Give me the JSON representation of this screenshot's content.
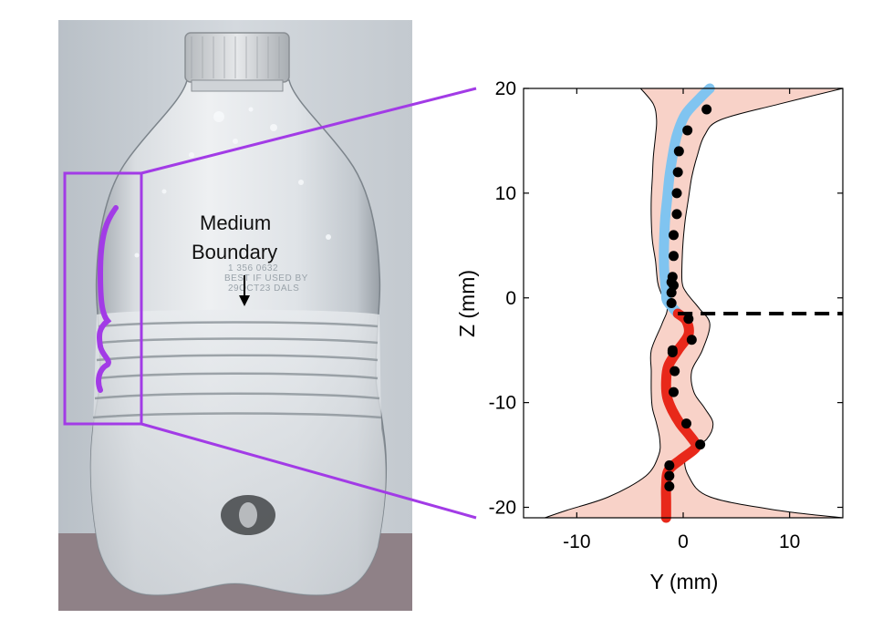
{
  "photo": {
    "annotation_line1": "Medium",
    "annotation_line2": "Boundary",
    "bottle_print": [
      "1 356 0632",
      "BEST IF USED BY",
      "29OCT23 DALS"
    ],
    "highlight_color": "#a23be6"
  },
  "chart_data": {
    "type": "line",
    "title": "",
    "xlabel": "Y (mm)",
    "ylabel": "Z (mm)",
    "xlim": [
      -15,
      15
    ],
    "ylim": [
      -21,
      20
    ],
    "xticks": [
      -10,
      0,
      10
    ],
    "yticks": [
      20,
      10,
      0,
      -10,
      -20
    ],
    "grid": false,
    "boundary_z": -1.5,
    "series": [
      {
        "role": "fit-upper",
        "color": "#80c4f0",
        "x": [
          2.5,
          1.5,
          0.2,
          -0.6,
          -1.0,
          -1.3,
          -1.5,
          -1.7,
          -1.8,
          -1.8,
          -1.7,
          -1.6,
          -1.5,
          -0.5
        ],
        "y": [
          20,
          19,
          17.5,
          15.5,
          13.5,
          11.5,
          9.5,
          7.5,
          5,
          3,
          1.5,
          0.5,
          -0.3,
          -1.5
        ]
      },
      {
        "role": "fit-lower",
        "color": "#e8281a",
        "x": [
          -0.5,
          0.3,
          0.5,
          -0.5,
          -1.4,
          -1.6,
          -1.5,
          -1.0,
          -0.3,
          0.5,
          1.2,
          1.0,
          -0.3,
          -1.4,
          -1.6,
          -1.6,
          -1.6
        ],
        "y": [
          -1.5,
          -2.2,
          -3.5,
          -5,
          -6.5,
          -8,
          -9.5,
          -10.8,
          -12,
          -13,
          -14,
          -14.5,
          -15.5,
          -16.5,
          -18,
          -19.5,
          -21
        ]
      }
    ],
    "points": {
      "color": "#000000",
      "x": [
        2.2,
        0.4,
        -0.4,
        -0.5,
        -0.6,
        -0.6,
        -0.9,
        -0.9,
        -1.0,
        -1.1,
        -1.1,
        -1.1,
        -0.9,
        0.5,
        0.8,
        -1.0,
        -0.8,
        -1.0,
        -0.9,
        0.3,
        1.6,
        -1.3,
        -1.3,
        -1.3
      ],
      "y": [
        18,
        16,
        14,
        12,
        10,
        8,
        6,
        4,
        2,
        0.5,
        -0.5,
        1.5,
        1.2,
        -2,
        -4,
        -5,
        -7,
        -5.2,
        -9,
        -12,
        -14,
        -16,
        -17,
        -18
      ]
    },
    "envelope": {
      "color": "#f8d2c8",
      "upper_right_x": [
        15,
        9.0,
        3.5,
        2.0,
        1.3,
        0.8,
        0.5,
        0.2,
        0.0,
        -0.1,
        -0.1,
        0.3,
        1.5,
        2.5,
        1.8,
        0.8,
        1.0,
        2.0,
        2.8,
        2.2,
        0.3,
        0.5,
        2.5,
        9.0,
        15
      ],
      "upper_left_x": [
        -4,
        -2.8,
        -2.5,
        -2.6,
        -2.8,
        -2.9,
        -3.0,
        -3.0,
        -2.9,
        -2.6,
        -2.4,
        -2.1,
        -1.5,
        -2.0,
        -3.0,
        -3.0,
        -3.0,
        -2.9,
        -2.5,
        -2.2,
        -2.3,
        -3.5,
        -7.0,
        -11.0,
        -13.0
      ],
      "z": [
        20,
        18.5,
        17,
        15.5,
        13.5,
        11.5,
        9.5,
        7.5,
        5.5,
        3.5,
        1.5,
        0.5,
        -1,
        -2.5,
        -5,
        -7,
        -9,
        -10.5,
        -12,
        -13.5,
        -15,
        -17,
        -19,
        -20.3,
        -21
      ]
    }
  }
}
